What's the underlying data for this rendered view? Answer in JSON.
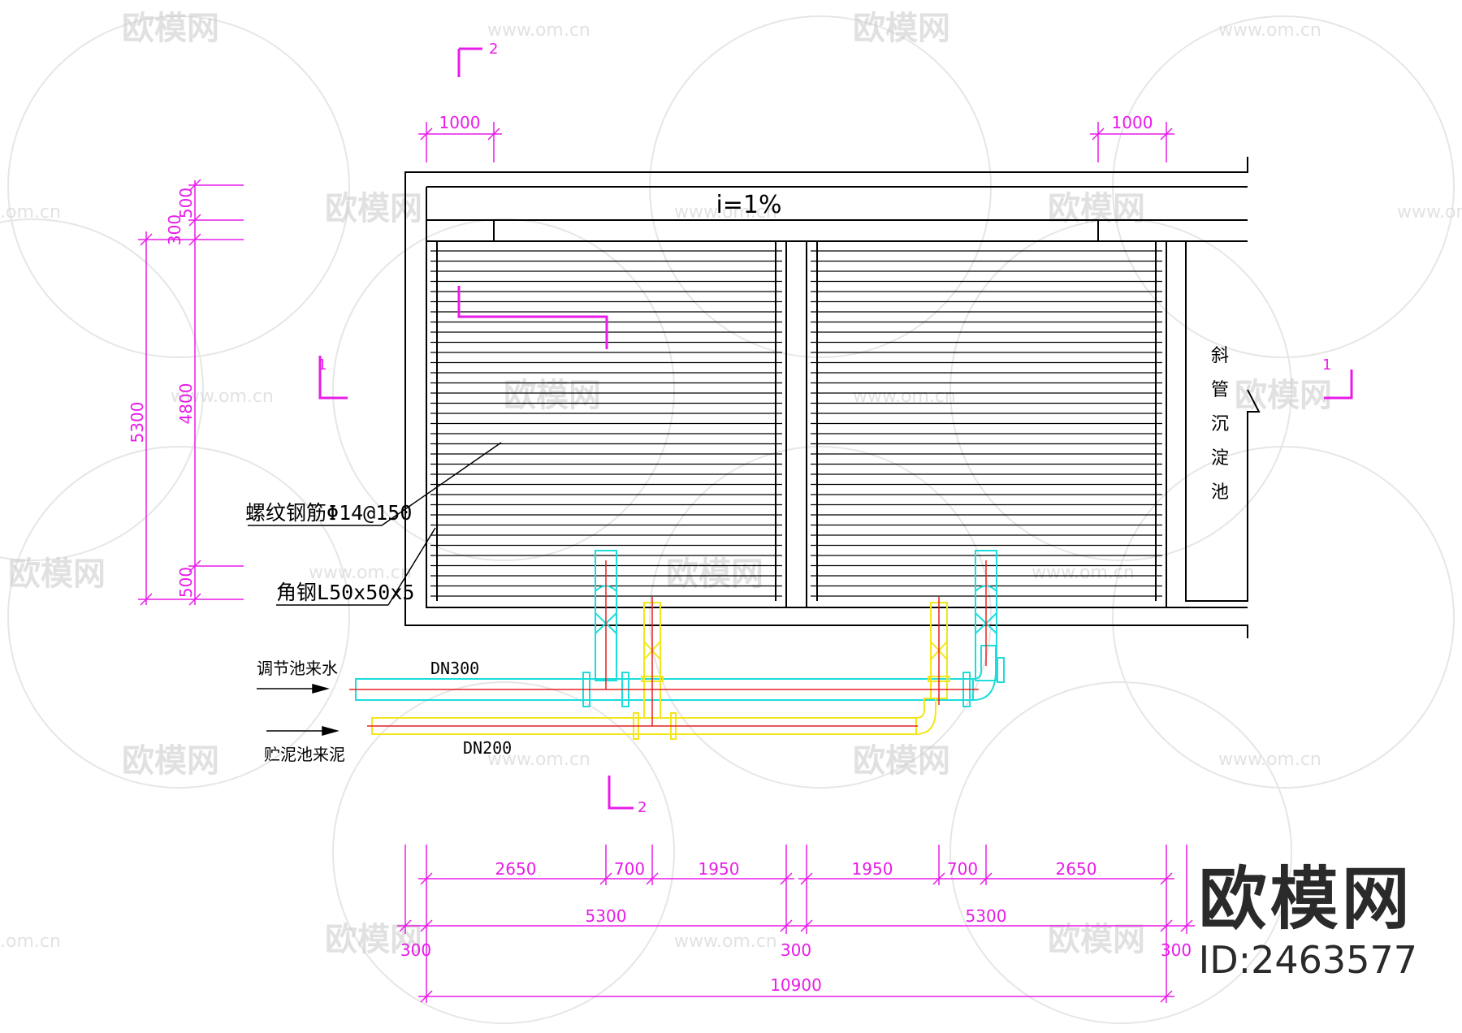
{
  "watermark": {
    "brand": "欧模网",
    "url": "www.om.cn",
    "url_short": ".om.cn"
  },
  "brand": {
    "name": "欧模网",
    "id": "ID:2463577"
  },
  "drawing": {
    "slope": "i=1%",
    "top_dims": {
      "left": "1000",
      "right": "1000"
    },
    "left_dims": {
      "total": "5300",
      "top_a": "500",
      "top_b": "300",
      "mid": "4800",
      "bottom": "500"
    },
    "section_marks": {
      "sec2": "2",
      "sec1": "1"
    },
    "side_label": [
      "斜",
      "管",
      "沉",
      "淀",
      "池"
    ],
    "callouts": {
      "rebar": "螺纹钢筋",
      "rebar_spec": "Φ14@150",
      "angle": "角钢",
      "angle_spec": "L50x50x5"
    },
    "inlets": {
      "water": "调节池来水",
      "sludge": "贮泥池来泥"
    },
    "pipes": {
      "dn300": "DN300",
      "dn200": "DN200"
    },
    "bottom_dims": {
      "row1": [
        "2650",
        "700",
        "1950",
        "1950",
        "700",
        "2650"
      ],
      "row2": [
        "5300",
        "5300"
      ],
      "row2_ends": [
        "300",
        "300",
        "300"
      ],
      "total": "10900"
    },
    "colors": {
      "dim": "#e81ce8",
      "dn300": "#1cdcdc",
      "dn200": "#f2e61c",
      "center": "#e82020",
      "outline": "#000000"
    }
  }
}
